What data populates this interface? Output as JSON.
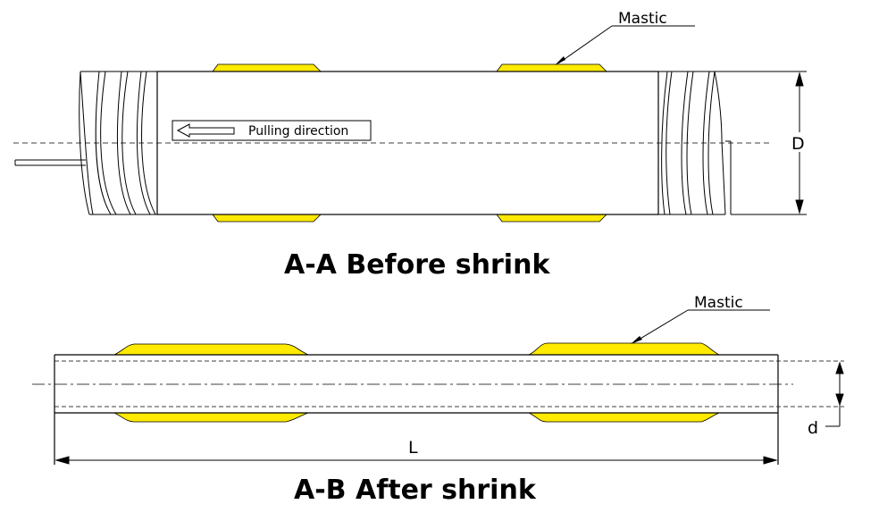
{
  "before": {
    "title": "A-A Before shrink",
    "mastic_label": "Mastic",
    "pulling_label": "Pulling direction",
    "dimension_label": "D"
  },
  "after": {
    "title": "A-B After shrink",
    "mastic_label": "Mastic",
    "length_label": "L",
    "dimension_label": "d"
  },
  "colors": {
    "mastic": "#ffea00",
    "line": "#000000"
  }
}
